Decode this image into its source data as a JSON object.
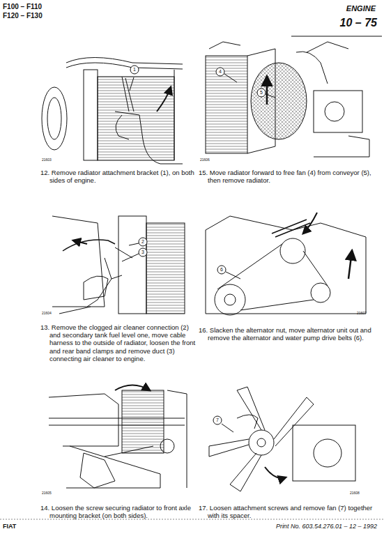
{
  "diagram": {
    "title": "ENGINE",
    "labels": [
      "F100 – F110",
      "F120 – F130",
      "10 – 75",
      "21603",
      "21606",
      "21604",
      "21607",
      "21605",
      "21608",
      "1",
      "4",
      "5",
      "2",
      "3",
      "6",
      "7",
      "12. Remove radiator attachment bracket (1), on both sides of engine.",
      "15. Move radiator forward to free fan (4) from conveyor (5), then remove radiator.",
      "13. Remove the clogged air cleaner connection (2) and secondary tank fuel level one, move cable harness to the outside of radiator, loosen the front and rear band clamps and remove duct (3) connecting air cleaner to engine.",
      "16. Slacken the alternator nut, move alternator unit out and remove the alternator and water pump drive belts (6).",
      "14. Loosen the screw securing radiator to front axle mounting bracket (on both sides).",
      "17. Loosen attachment screws and remove fan (7) together with its spacer.",
      "FIAT",
      "Print No. 603.54.276.01 – 12 – 1992"
    ]
  }
}
